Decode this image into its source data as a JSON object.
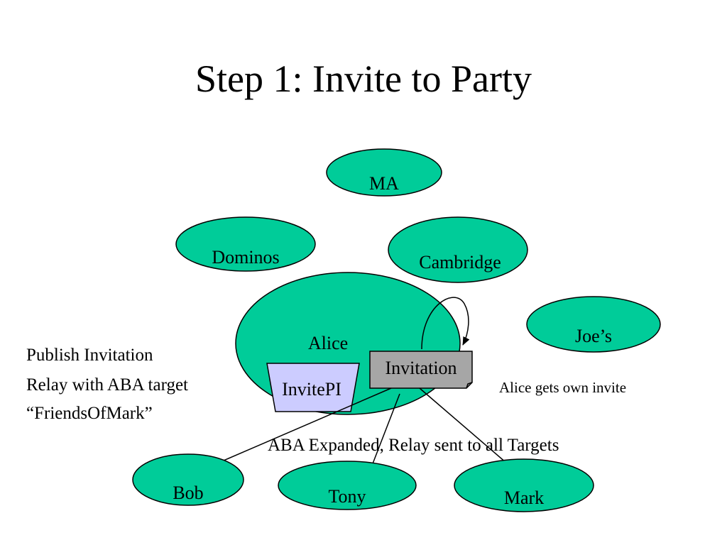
{
  "title": "Step 1: Invite to Party",
  "colors": {
    "node_fill": "#00cc99",
    "invite_pi_fill": "#ccccff",
    "invitation_fill": "#a6a6a6",
    "stroke": "#000000"
  },
  "nodes": {
    "ma": "MA",
    "dominos": "Dominos",
    "cambridge": "Cambridge",
    "alice": "Alice",
    "joes": "Joe’s",
    "bob": "Bob",
    "tony": "Tony",
    "mark": "Mark"
  },
  "invite_pi": "InvitePI",
  "invitation": "Invitation",
  "annotations": {
    "publish_line1": "Publish Invitation",
    "publish_line2": "Relay with ABA target",
    "publish_line3": "“FriendsOfMark”",
    "self_invite": "Alice gets own invite",
    "expanded": "ABA Expanded, Relay sent to all Targets"
  }
}
